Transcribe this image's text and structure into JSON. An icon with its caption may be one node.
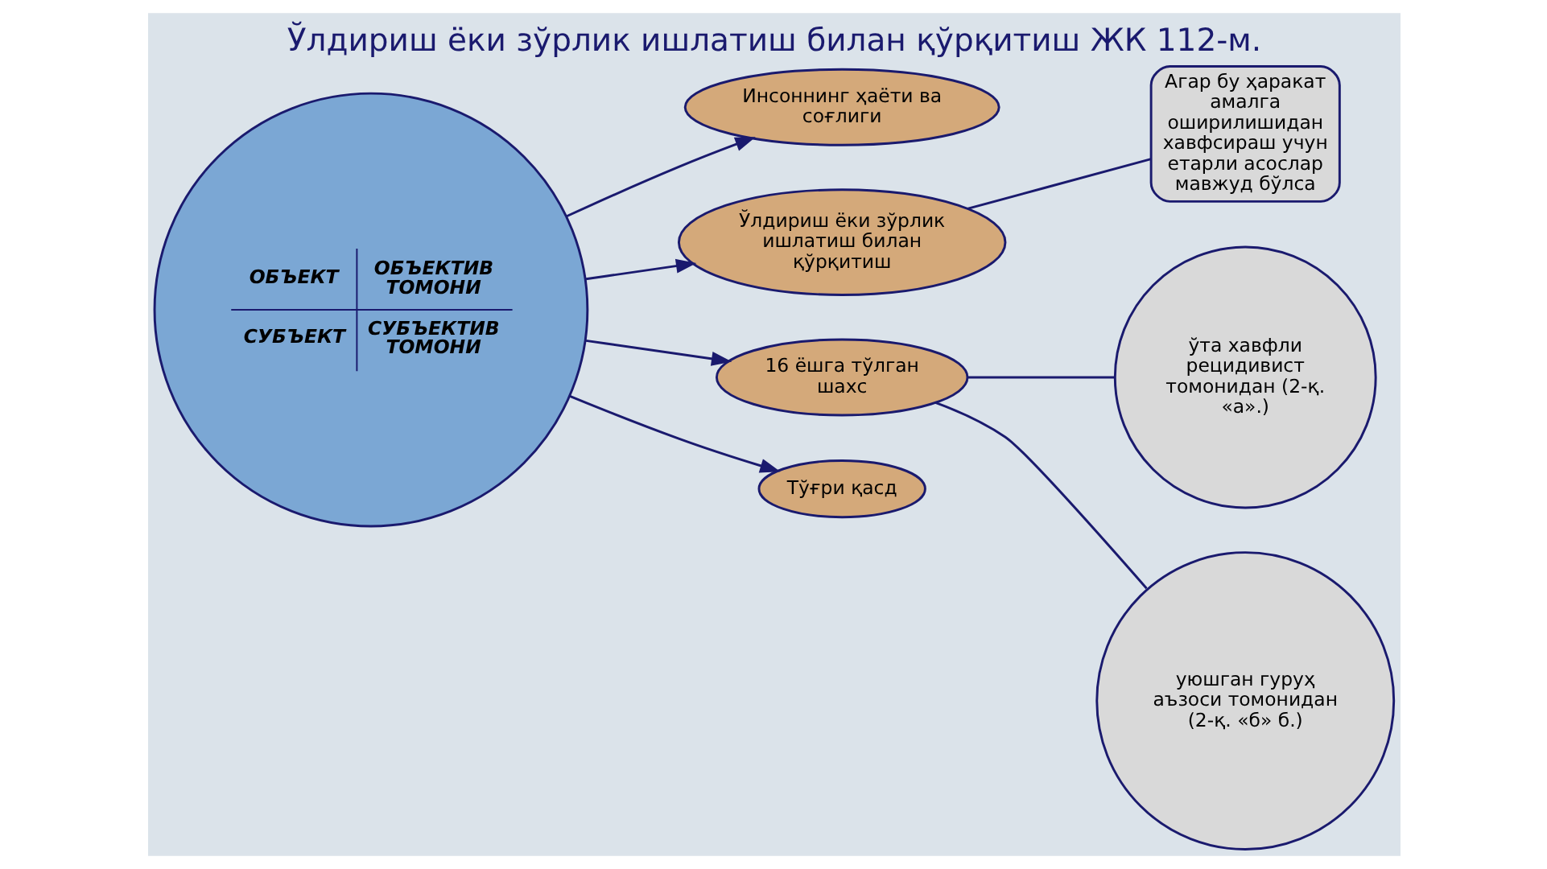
{
  "diagram": {
    "title": "Ўлдириш ёки зўрлик ишлатиш билан қўрқитиш ЖК 112-м.",
    "nodes": [
      {
        "text": [
          "Инсоннинг ҳаёти ва соғлиги"
        ]
      },
      {
        "text": [
          "ОБЪЕКТ",
          "ОБЪЕКТИВ ТОМОНИ",
          "СУБЪЕКТ",
          "СУБЪЕКТИВ ТОМОНИ"
        ]
      },
      {
        "text": [
          "Ўлдириш ёки зўрлик ишлатиш билан қўрқитиш"
        ]
      },
      {
        "text": [
          "Агар бу ҳаракат амалга оширилишидан хавфсираш учун етарли асослар мавжуд бўлса"
        ]
      },
      {
        "text": [
          "16 ёшга тўлган шахс"
        ]
      },
      {
        "text": [
          "ўта хавфли рецидивист томонидан (2-қ. «а».)"
        ]
      },
      {
        "text": [
          "уюшган гуруҳ аъзоси томонидан (2-қ. «б» б.)"
        ]
      },
      {
        "text": [
          "Тўғри қасд"
        ]
      }
    ],
    "edges": [
      {
        "from": 1,
        "to": 0,
        "arrow": "to"
      },
      {
        "from": 1,
        "to": 2,
        "arrow": "to"
      },
      {
        "from": 1,
        "to": 4,
        "arrow": "to"
      },
      {
        "from": 1,
        "to": 7,
        "arrow": "to"
      },
      {
        "from": 2,
        "to": 3,
        "arrow": "none"
      },
      {
        "from": 4,
        "to": 5,
        "arrow": "none"
      },
      {
        "from": 4,
        "to": 6,
        "arrow": "none"
      }
    ]
  }
}
